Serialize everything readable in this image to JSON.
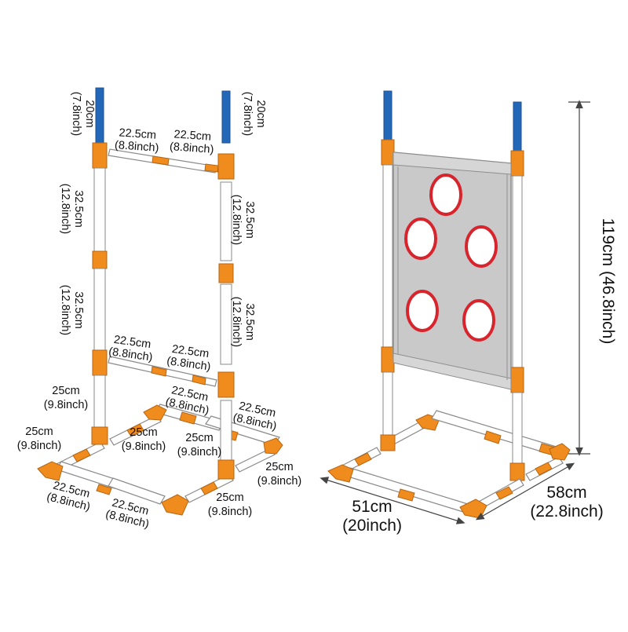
{
  "colors": {
    "pipe": "#ffffff",
    "pipe_outline": "#8a8a8a",
    "connector": "#f08c1e",
    "connector_outline": "#b86510",
    "pole_tip": "#2368b8",
    "panel": "#c9c9c9",
    "panel_outline": "#8e8e8e",
    "target_ring": "#d8242c",
    "dimension_line": "#444444"
  },
  "icons": {
    "connector": "orange-pipe-connector-icon",
    "target": "red-target-hole-icon"
  },
  "left_labels": {
    "top_pole_left": [
      "20cm",
      "(7.8inch)"
    ],
    "top_pole_right": [
      "20cm",
      "(7.8inch)"
    ],
    "top_bar_a": [
      "22.5cm",
      "(8.8inch)"
    ],
    "top_bar_b": [
      "22.5cm",
      "(8.8inch)"
    ],
    "upper_left": [
      "32.5cm",
      "(12.8inch)"
    ],
    "lower_left": [
      "32.5cm",
      "(12.8inch)"
    ],
    "upper_right": [
      "32.5cm",
      "(12.8inch)"
    ],
    "lower_right": [
      "32.5cm",
      "(12.8inch)"
    ],
    "mid_bar_a": [
      "22.5cm",
      "(8.8inch)"
    ],
    "mid_bar_b": [
      "22.5cm",
      "(8.8inch)"
    ],
    "leg_left": [
      "25cm",
      "(9.8inch)"
    ],
    "back_bar_a": [
      "22.5cm",
      "(8.8inch)"
    ],
    "back_bar_b": [
      "22.5cm",
      "(8.8inch)"
    ],
    "base_left_side": [
      "25cm",
      "(9.8inch)"
    ],
    "inner_left": [
      "25cm",
      "(9.8inch)"
    ],
    "inner_right": [
      "25cm",
      "(9.8inch)"
    ],
    "right_back": [
      "25cm",
      "(9.8inch)"
    ],
    "front_bar_a": [
      "22.5cm",
      "(8.8inch)"
    ],
    "front_bar_b": [
      "22.5cm",
      "(8.8inch)"
    ],
    "right_front": [
      "25cm",
      "(9.8inch)"
    ]
  },
  "right_labels": {
    "height": "119cm (46.8inch)",
    "width": [
      "51cm",
      "(20inch)"
    ],
    "depth": [
      "58cm",
      "(22.8inch)"
    ]
  }
}
